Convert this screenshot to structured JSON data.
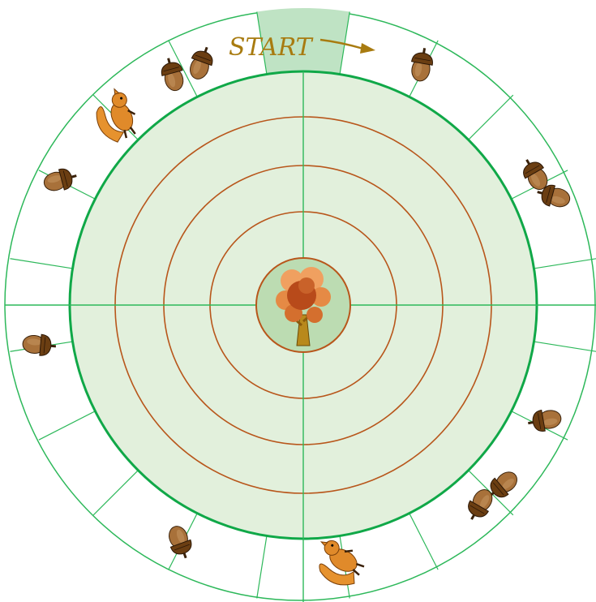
{
  "board": {
    "start_label": "START",
    "colors": {
      "outer_ring_fill": "#ffffff",
      "outer_ring_lines": "#2db85a",
      "inner_fill": "#e2f0dc",
      "start_cell_fill": "#bfe3c4",
      "main_circle_stroke": "#10a848",
      "rings_stroke": "#b8561b",
      "center_fill": "#bcdcb2",
      "center_stroke": "#b8561b",
      "start_text": "#a87b10",
      "acorn_cap": "#6b3e12",
      "acorn_nut": "#a8713a",
      "squirrel": "#e08a2a"
    },
    "outer_cells": [
      {
        "name": "cell-start",
        "content": "start"
      },
      {
        "name": "cell-2",
        "content": "acorn-1"
      },
      {
        "name": "cell-3",
        "content": "empty"
      },
      {
        "name": "cell-4",
        "content": "acorn-2"
      },
      {
        "name": "cell-5",
        "content": "empty"
      },
      {
        "name": "cell-6",
        "content": "empty"
      },
      {
        "name": "cell-7",
        "content": "acorn-1"
      },
      {
        "name": "cell-8",
        "content": "acorn-2"
      },
      {
        "name": "cell-9",
        "content": "empty"
      },
      {
        "name": "cell-10",
        "content": "squirrel"
      },
      {
        "name": "cell-11",
        "content": "empty"
      },
      {
        "name": "cell-12",
        "content": "acorn-1"
      },
      {
        "name": "cell-13",
        "content": "empty"
      },
      {
        "name": "cell-14",
        "content": "empty"
      },
      {
        "name": "cell-15",
        "content": "acorn-1"
      },
      {
        "name": "cell-16",
        "content": "empty"
      },
      {
        "name": "cell-17",
        "content": "empty"
      },
      {
        "name": "cell-18",
        "content": "acorn-1"
      },
      {
        "name": "cell-19",
        "content": "squirrel"
      },
      {
        "name": "cell-20",
        "content": "acorn-2"
      }
    ],
    "icons": {
      "acorn": "acorn-icon",
      "squirrel": "squirrel-icon",
      "tree": "tree-icon",
      "arrow": "arrow-right-icon"
    }
  }
}
